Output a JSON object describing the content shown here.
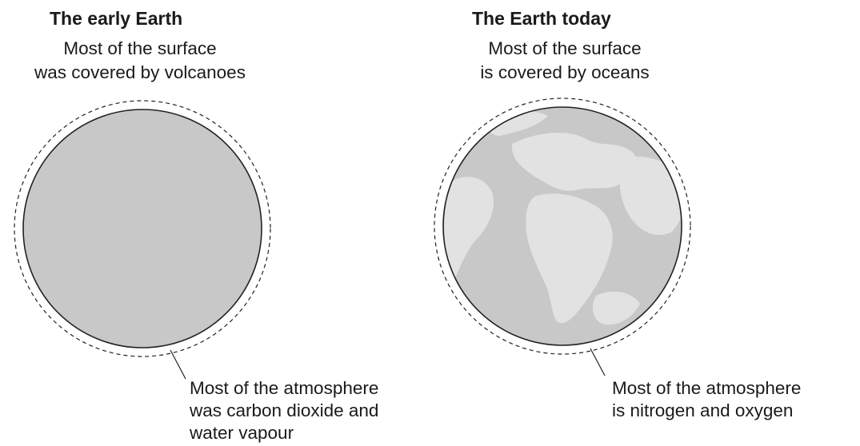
{
  "early": {
    "title": "The early Earth",
    "surface_lines": [
      "Most of the surface",
      "was covered by volcanoes"
    ],
    "atmosphere_lines": [
      "Most of the atmosphere",
      "was carbon dioxide and",
      "water vapour"
    ]
  },
  "today": {
    "title": "The Earth today",
    "surface_lines": [
      "Most of the surface",
      "is covered by oceans"
    ],
    "atmosphere_lines": [
      "Most of the atmosphere",
      "is nitrogen and oxygen"
    ]
  },
  "colors": {
    "globe_fill": "#c8c8c8",
    "land_fill": "#e2e2e2",
    "outline": "#222222"
  }
}
